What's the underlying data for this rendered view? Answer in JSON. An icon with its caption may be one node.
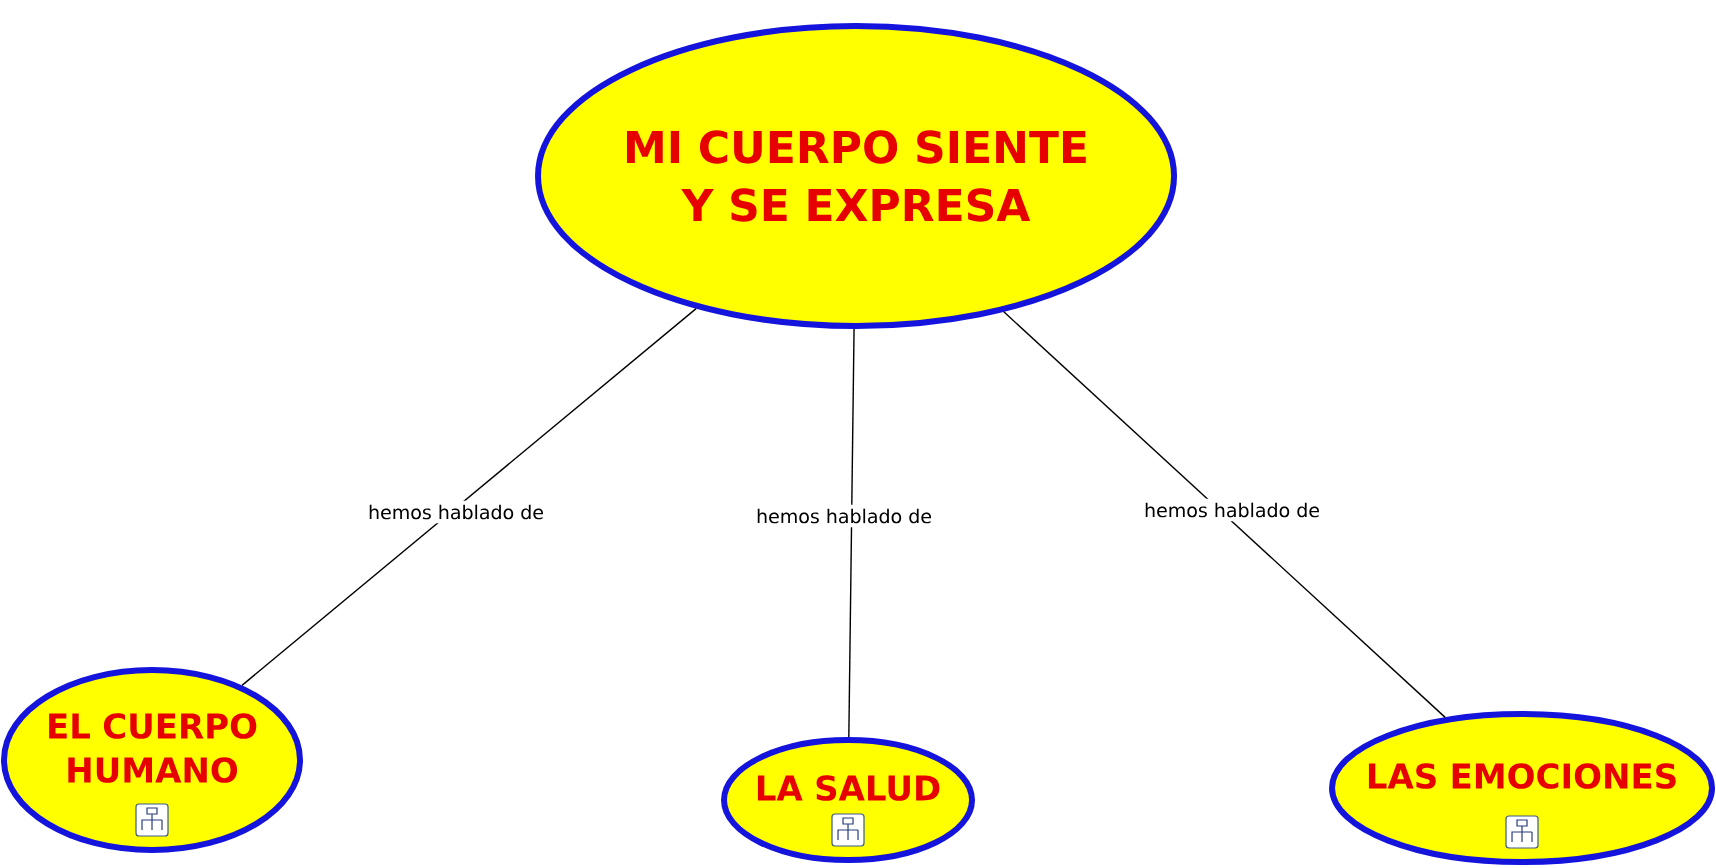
{
  "diagram": {
    "nodes": [
      {
        "text": [
          "MI CUERPO SIENTE Y SE EXPRESA"
        ]
      },
      {
        "text": [
          "EL CUERPO HUMANO"
        ]
      },
      {
        "text": [
          "LA SALUD"
        ]
      },
      {
        "text": [
          "LAS EMOCIONES"
        ]
      }
    ],
    "edges": [
      {
        "from": 0,
        "to": 1,
        "arrow": "none",
        "label": "hemos hablado de"
      },
      {
        "from": 0,
        "to": 2,
        "arrow": "none",
        "label": "hemos hablado de"
      },
      {
        "from": 0,
        "to": 3,
        "arrow": "none",
        "label": "hemos hablado de"
      }
    ]
  }
}
